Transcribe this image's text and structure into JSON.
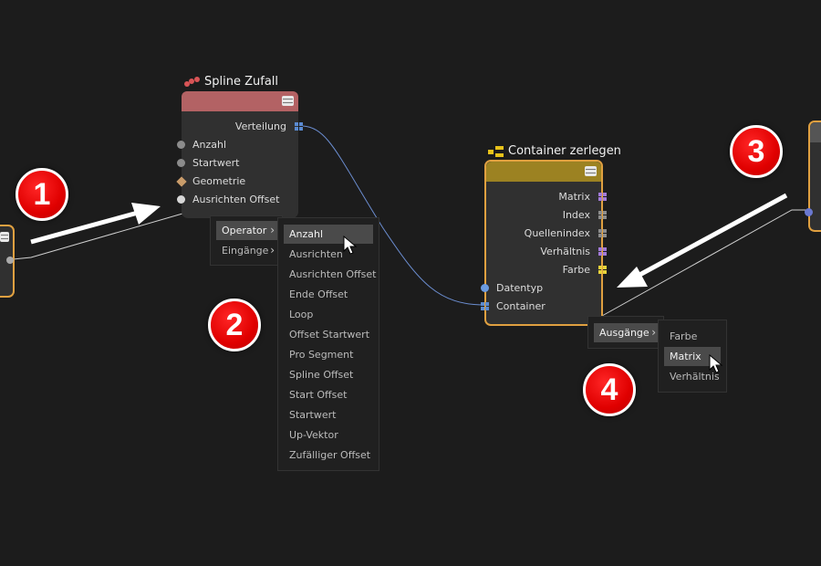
{
  "colors": {
    "background": "#1c1c1c",
    "spline_header": "#b36264",
    "container_header": "#9c8222",
    "node_border_selected": "#e0a040",
    "wire_blue": "#6b8dd0",
    "badge_red": "#e00000"
  },
  "spline_node": {
    "title": "Spline Zufall",
    "icon": "spline-random-icon",
    "output_port": "Verteilung",
    "inputs": [
      "Anzahl",
      "Startwert",
      "Geometrie",
      "Ausrichten Offset"
    ]
  },
  "container_node": {
    "title": "Container zerlegen",
    "icon": "container-icon",
    "outputs": [
      "Matrix",
      "Index",
      "Quellenindex",
      "Verhältnis",
      "Farbe"
    ],
    "inputs": [
      "Datentyp",
      "Container"
    ]
  },
  "context_menu_1": {
    "items": [
      "Operator",
      "Eingänge"
    ],
    "highlighted": "Operator",
    "submenu": {
      "items": [
        "Anzahl",
        "Ausrichten",
        "Ausrichten Offset",
        "Ende Offset",
        "Loop",
        "Offset Startwert",
        "Pro Segment",
        "Spline Offset",
        "Start Offset",
        "Startwert",
        "Up-Vektor",
        "Zufälliger Offset"
      ],
      "highlighted": "Anzahl"
    }
  },
  "context_menu_2": {
    "items": [
      "Ausgänge"
    ],
    "highlighted": "Ausgänge",
    "submenu": {
      "items": [
        "Farbe",
        "Matrix",
        "Verhältnis"
      ],
      "highlighted": "Matrix"
    }
  },
  "badges": [
    "1",
    "2",
    "3",
    "4"
  ]
}
